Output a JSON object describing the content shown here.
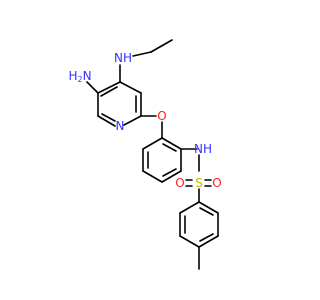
{
  "molecule": {
    "atom_labels": {
      "amine_5": "H2N",
      "ethylamino_nh": "NH",
      "pyridine_n": "N",
      "ether_o": "O",
      "sulfonamide_nh": "NH",
      "sulfur": "S",
      "sulfonyl_o_left": "O",
      "sulfonyl_o_right": "O"
    },
    "colors": {
      "bond": "#000000",
      "nitrogen": "#3333ff",
      "oxygen": "#ff2020",
      "sulfur": "#c8b400"
    }
  }
}
